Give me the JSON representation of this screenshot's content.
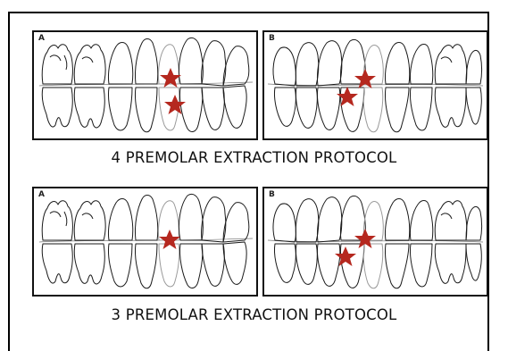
{
  "figure": {
    "sections": [
      {
        "caption": "4 PREMOLAR EXTRACTION PROTOCOL",
        "panels": [
          {
            "letter": "A",
            "star_count": 2
          },
          {
            "letter": "B",
            "star_count": 2
          }
        ]
      },
      {
        "caption": "3 PREMOLAR EXTRACTION PROTOCOL",
        "panels": [
          {
            "letter": "A",
            "star_count": 1
          },
          {
            "letter": "B",
            "star_count": 2
          }
        ]
      }
    ],
    "colors": {
      "star": "#b5281f",
      "outline": "#1a1a1a",
      "ghost_tooth": "#9a9a9a",
      "border": "#111111"
    }
  }
}
